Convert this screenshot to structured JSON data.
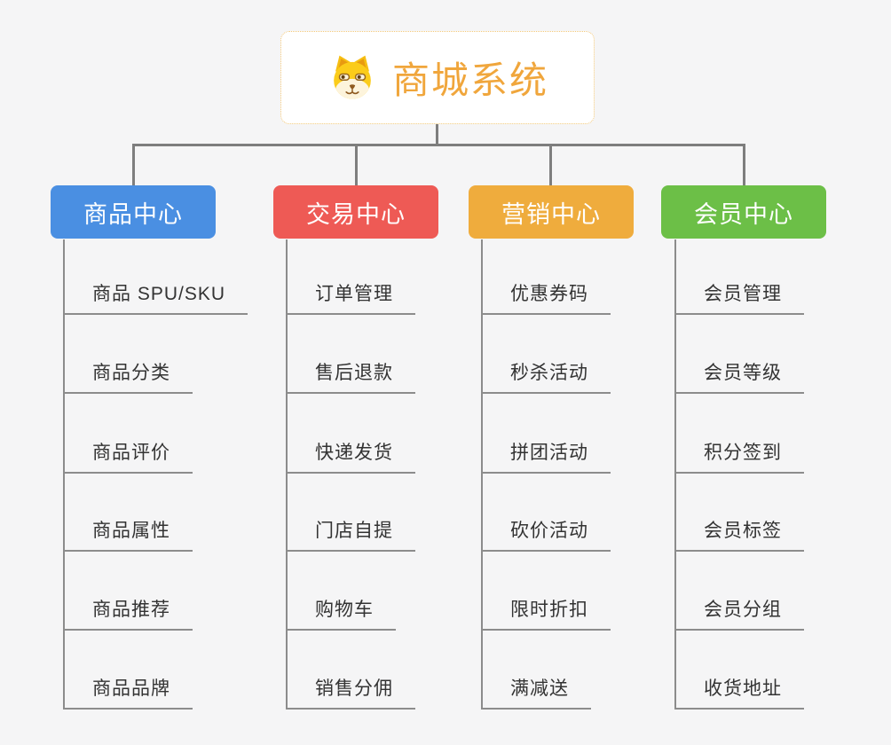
{
  "canvas": {
    "background": "#f5f5f6"
  },
  "root": {
    "title": "商城系统",
    "icon": "shiba-dog-icon",
    "title_color": "#f0a63c",
    "border_color": "#f2c879",
    "background": "#ffffff"
  },
  "connectors": {
    "tree_line_color": "#7e7e7e",
    "branch_line_color": "#8c8c8c"
  },
  "item_text_color": "#333333",
  "branches": [
    {
      "id": "product-center",
      "label": "商品中心",
      "color": "#4a8fe2",
      "children": [
        "商品 SPU/SKU",
        "商品分类",
        "商品评价",
        "商品属性",
        "商品推荐",
        "商品品牌"
      ]
    },
    {
      "id": "trade-center",
      "label": "交易中心",
      "color": "#ee5a55",
      "children": [
        "订单管理",
        "售后退款",
        "快递发货",
        "门店自提",
        "购物车",
        "销售分佣"
      ]
    },
    {
      "id": "marketing-center",
      "label": "营销中心",
      "color": "#efac3d",
      "children": [
        "优惠券码",
        "秒杀活动",
        "拼团活动",
        "砍价活动",
        "限时折扣",
        "满减送"
      ]
    },
    {
      "id": "member-center",
      "label": "会员中心",
      "color": "#6cbf47",
      "children": [
        "会员管理",
        "会员等级",
        "积分签到",
        "会员标签",
        "会员分组",
        "收货地址"
      ]
    }
  ]
}
